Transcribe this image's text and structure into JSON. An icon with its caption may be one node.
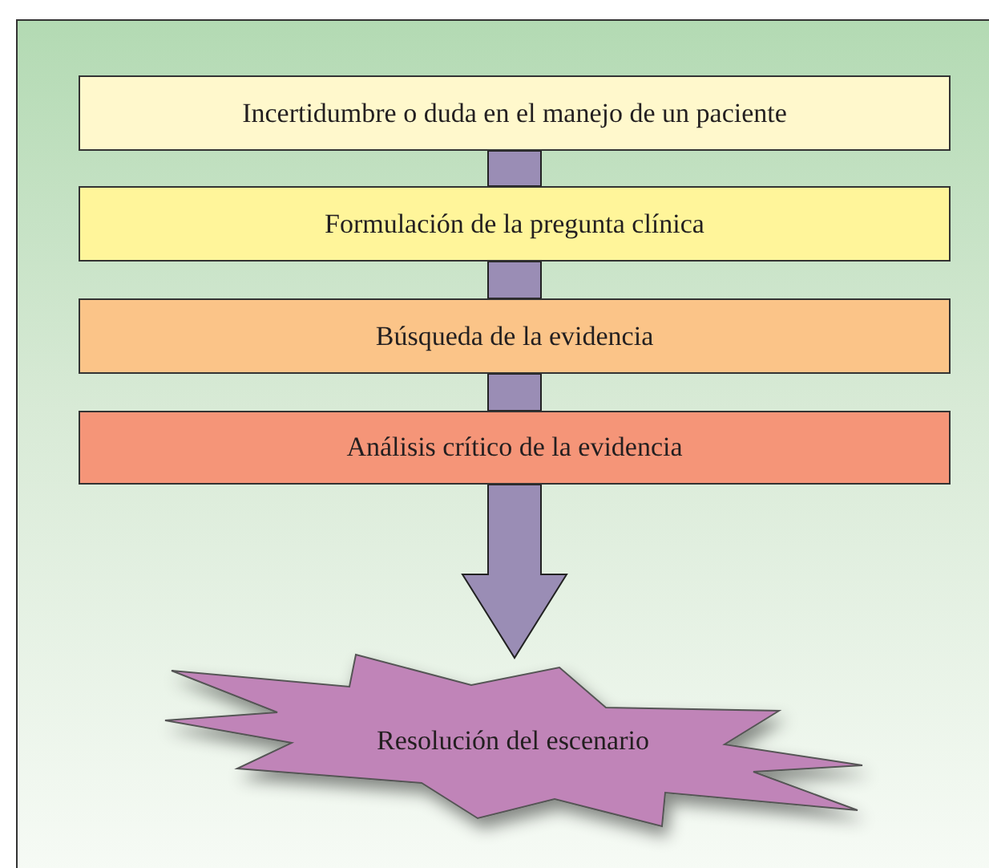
{
  "diagram": {
    "nodes": [
      {
        "text": [
          "Incertidumbre o duda en el manejo de un paciente"
        ]
      },
      {
        "text": [
          "Formulación de la pregunta clínica"
        ]
      },
      {
        "text": [
          "Búsqueda de la evidencia"
        ]
      },
      {
        "text": [
          "Análisis crítico de la evidencia"
        ]
      },
      {
        "text": [
          "Resolución del escenario"
        ]
      }
    ],
    "edges": [
      {
        "from": 0,
        "to": 1,
        "arrow": "none"
      },
      {
        "from": 1,
        "to": 2,
        "arrow": "none"
      },
      {
        "from": 2,
        "to": 3,
        "arrow": "none"
      },
      {
        "from": 3,
        "to": 4,
        "arrow": "to"
      }
    ]
  }
}
